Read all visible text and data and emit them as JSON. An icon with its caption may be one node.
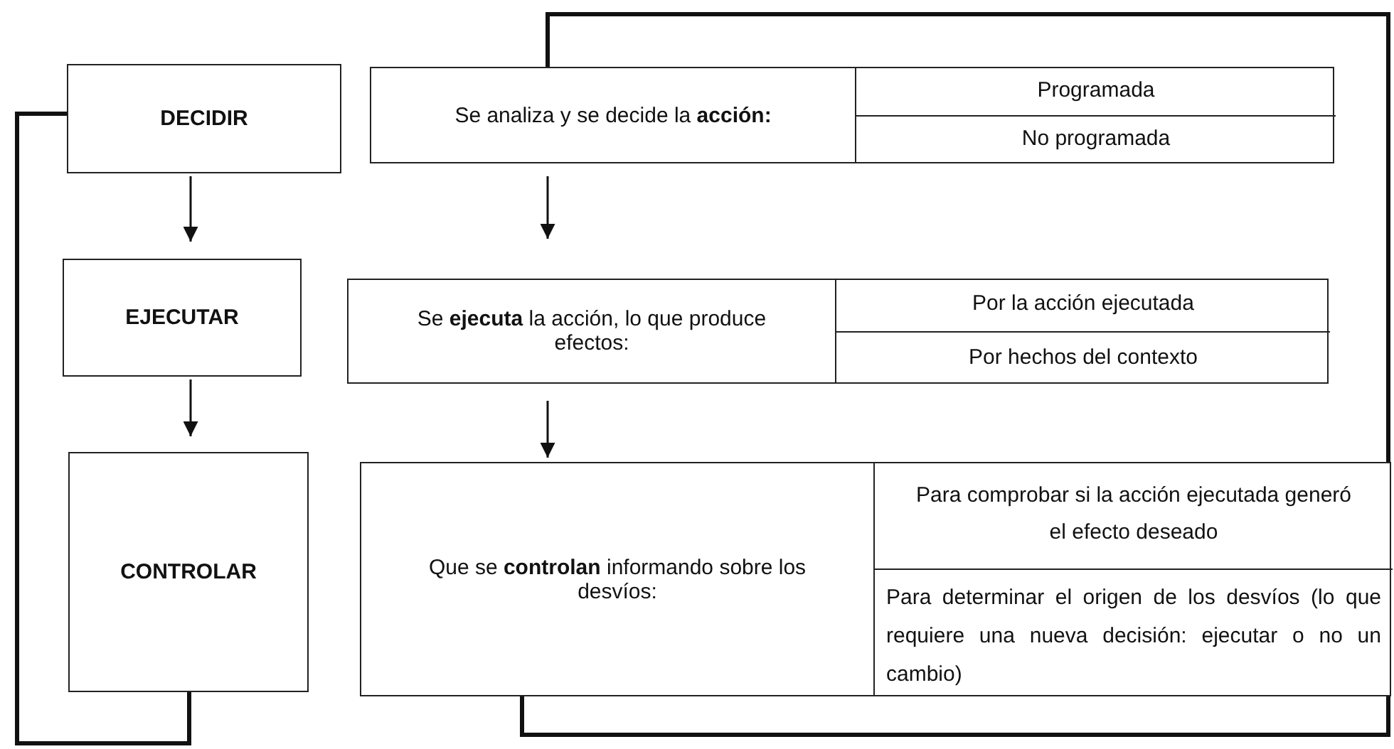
{
  "diagram": {
    "nodes": [
      {
        "text": [
          "DECIDIR"
        ]
      },
      {
        "text": [
          "EJECUTAR"
        ]
      },
      {
        "text": [
          "CONTROLAR"
        ]
      },
      {
        "text": [
          "Se analiza y se decide la **acción:**"
        ]
      },
      {
        "text": [
          "Programada"
        ],
        "in": 3
      },
      {
        "text": [
          "No programada"
        ],
        "in": 3
      },
      {
        "text": [
          "Se **ejecuta** la acción, lo que produce efectos:"
        ]
      },
      {
        "text": [
          "Por la acción ejecutada"
        ],
        "in": 6
      },
      {
        "text": [
          "Por hechos del contexto"
        ],
        "in": 6
      },
      {
        "text": [
          "Que se **controlan** informando sobre los desvíos:"
        ]
      },
      {
        "text": [
          "Para comprobar si la acción ejecutada generó el efecto deseado"
        ],
        "in": 9
      },
      {
        "text": [
          "Para determinar el origen de los desvíos (lo que requiere una nueva decisión: ejecutar o no un cambio)"
        ],
        "in": 9
      }
    ],
    "edges": [
      {
        "from": 0,
        "to": 1,
        "arrow": "to"
      },
      {
        "from": 1,
        "to": 2,
        "arrow": "to"
      },
      {
        "from": 2,
        "to": 0,
        "arrow": "none",
        "style": "thick"
      },
      {
        "from": 3,
        "to": 6,
        "arrow": "to"
      },
      {
        "from": 6,
        "to": 9,
        "arrow": "to"
      },
      {
        "from": 9,
        "to": 3,
        "arrow": "none",
        "style": "thick"
      }
    ]
  }
}
